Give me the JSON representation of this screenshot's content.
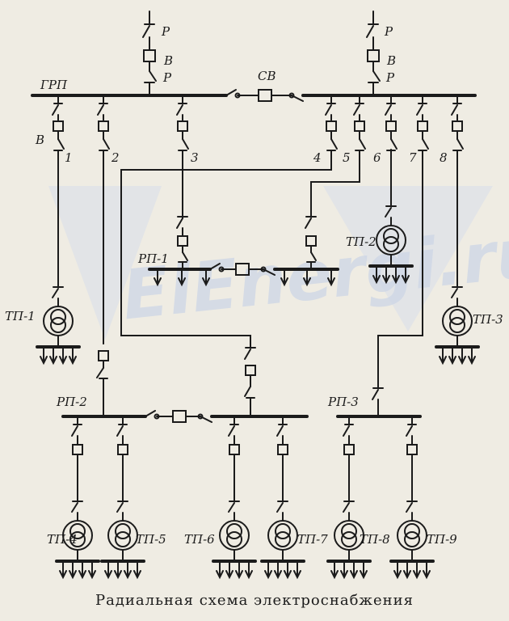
{
  "watermark": "ElEnergi.ru",
  "caption": "Радиальная схема электроснабжения",
  "labels": {
    "grp": "ГРП",
    "sv": "СВ",
    "p_left": "Р",
    "b_left": "В",
    "p2_left": "Р",
    "p_right": "Р",
    "b_right": "В",
    "p2_right": "Р",
    "b_feeder": "В",
    "f1": "1",
    "f2": "2",
    "f3": "3",
    "f4": "4",
    "f5": "5",
    "f6": "6",
    "f7": "7",
    "f8": "8",
    "rp1": "РП-1",
    "rp2": "РП-2",
    "rp3": "РП-3",
    "tp1": "ТП-1",
    "tp2": "ТП-2",
    "tp3": "ТП-3",
    "tp4": "ТП-4",
    "tp5": "ТП-5",
    "tp6": "ТП-6",
    "tp7": "ТП-7",
    "tp8": "ТП-8",
    "tp9": "ТП-9"
  },
  "colors": {
    "ink": "#1b1b1b",
    "paper": "#efece3",
    "watermark": "#cdd6e6"
  }
}
